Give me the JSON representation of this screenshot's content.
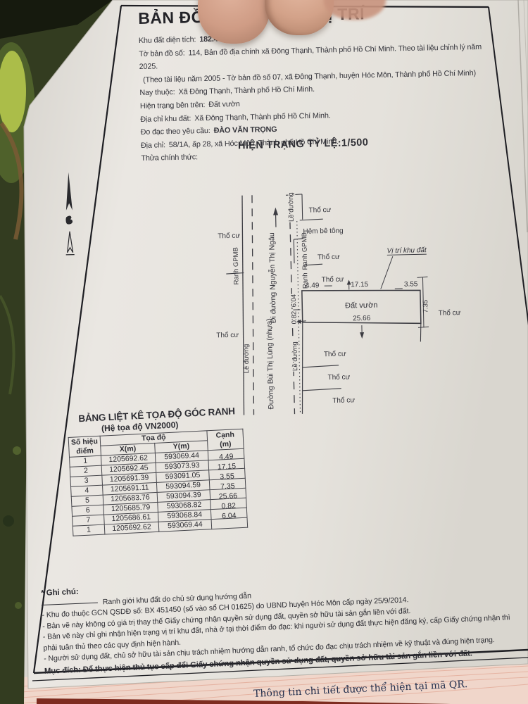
{
  "header": {
    "title_left": "BẢN ĐỒ HIỆN",
    "title_right": "VỊ TRÍ",
    "fields": [
      {
        "label": "Khu đất diện tích:",
        "value": "182.4 m²"
      },
      {
        "label": "Tờ bản đồ số:",
        "value": "114, Bản đồ địa chính xã Đông Thạnh, Thành phố Hồ Chí Minh. Theo tài liệu chỉnh lý năm 2025."
      },
      {
        "label": "",
        "value": "(Theo tài liệu năm 2005 - Tờ bản đồ số 07, xã Đông Thạnh, huyện Hóc Môn, Thành phố Hồ Chí Minh)"
      },
      {
        "label": "Nay thuộc:",
        "value": "Xã Đông Thạnh, Thành phố Hồ Chí Minh."
      },
      {
        "label": "Hiện trạng bên trên:",
        "value": "Đất vườn"
      },
      {
        "label": "Địa chỉ khu đất:",
        "value": "Xã Đông Thạnh, Thành phố Hồ Chí Minh."
      },
      {
        "label": "Đo đạc theo yêu cầu:",
        "value": "ĐÀO VĂN TRỌNG"
      },
      {
        "label": "Địa chỉ:",
        "value": "58/1A, ấp 28, xã Hóc Môn, Thành phố Hồ Chí Minh."
      },
      {
        "label": "Thửa chính thức:",
        "value": ""
      }
    ],
    "scale_title": "HIỆN TRẠNG TỶ LỆ:1/500"
  },
  "map": {
    "road_ngau": "Đi đường Nguyễn Thị Ngâu",
    "road_lung": "Đường Bùi Thị Lùng (nhựa)",
    "le_duong": "Lề đường",
    "ranh_gpmb": "Ranh GPMB",
    "ranh": "Ranh",
    "tho_cu": "Thổ cư",
    "hem_be_tong": "Hẻm bê tông",
    "vi_tri_khu_dat": "Vị trí khu đất",
    "dat_vuon": "Đất vườn",
    "dim_top_1": "4.49",
    "dim_top_2": "17.15",
    "dim_top_3": "3.55",
    "dim_right": "7.35",
    "dim_bottom": "25.66",
    "dim_left_upper": "6.04",
    "dim_left_lower": "0.82"
  },
  "table": {
    "title": "BẢNG LIỆT KÊ TỌA ĐỘ GÓC RANH",
    "subtitle": "(Hệ tọa độ VN2000)",
    "col_point_1": "Số hiệu",
    "col_point_2": "điểm",
    "col_coord": "Tọa độ",
    "col_x": "X(m)",
    "col_y": "Y(m)",
    "col_edge_1": "Cạnh",
    "col_edge_2": "(m)",
    "rows": [
      {
        "pt": "1",
        "x": "1205692.62",
        "y": "593069.44",
        "edge": "4.49"
      },
      {
        "pt": "2",
        "x": "1205692.45",
        "y": "593073.93",
        "edge": "17.15"
      },
      {
        "pt": "3",
        "x": "1205691.39",
        "y": "593091.05",
        "edge": "3.55"
      },
      {
        "pt": "4",
        "x": "1205691.11",
        "y": "593094.59",
        "edge": "7.35"
      },
      {
        "pt": "5",
        "x": "1205683.76",
        "y": "593094.39",
        "edge": "25.66"
      },
      {
        "pt": "6",
        "x": "1205685.79",
        "y": "593068.82",
        "edge": "0.82"
      },
      {
        "pt": "7",
        "x": "1205686.61",
        "y": "593068.84",
        "edge": "6.04"
      },
      {
        "pt": "1",
        "x": "1205692.62",
        "y": "593069.44",
        "edge": ""
      }
    ]
  },
  "notes": {
    "heading": "* Ghi chú:",
    "legend": "Ranh giới khu đất do chủ sử dụng hướng dẫn",
    "items": [
      "- Khu đo thuộc GCN QSDĐ số: BX 451450 (số vào sổ CH 01625) do UBND huyện Hóc Môn cấp ngày 25/9/2014.",
      "- Bản vẽ này không có giá trị thay thế Giấy chứng nhận quyền sử dụng đất, quyền sở hữu tài sản gắn liền với đất.",
      "- Bản vẽ này chỉ ghi nhận hiện trạng vị trí khu đất, nhà ở tại thời điểm đo đạc: khi người sử dụng đất thực hiện đăng ký, cấp Giấy chứng nhận thì phải tuân thủ theo các quy định hiện hành.",
      "- Người sử dụng đất, chủ sở hữu tài sản chịu trách nhiệm hướng dẫn ranh, tổ chức đo đạc chịu trách nhiệm về kỹ thuật và đúng hiện trạng."
    ],
    "purpose": "Mục đích: Để thực hiện thủ tục cấp đổi Giấy chứng nhận quyền sử dụng đất, quyền sở hữu tài sản gắn liền với đất."
  },
  "qr_note": "Thông tin chi tiết được thể hiện tại mã QR."
}
